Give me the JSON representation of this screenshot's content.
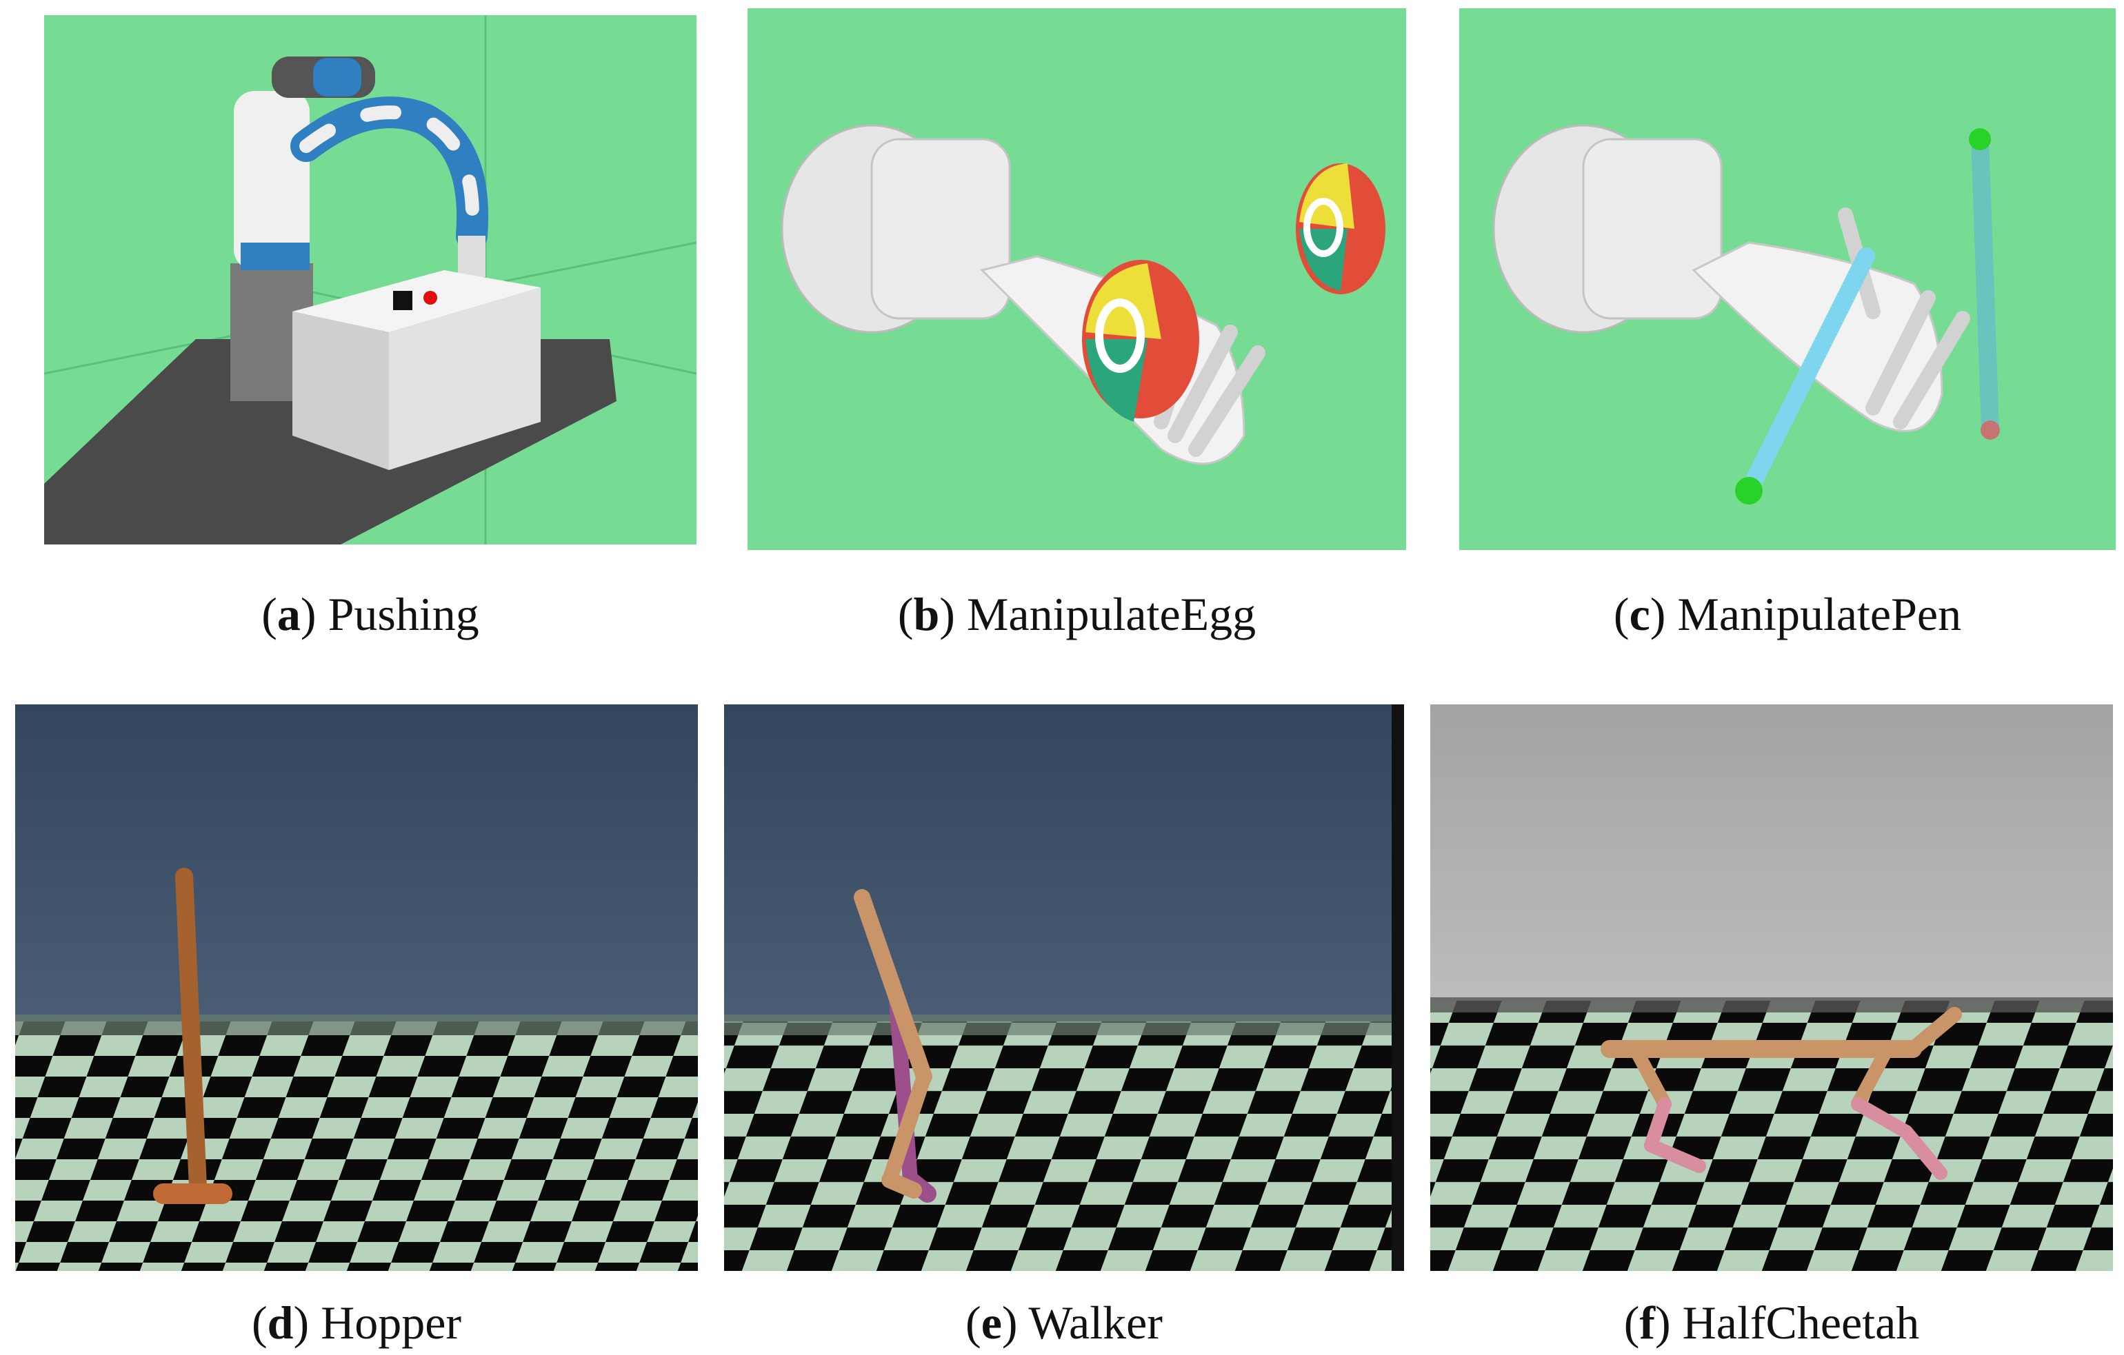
{
  "colors": {
    "sim_green": "#77dc93",
    "sky_dark": "#34465e",
    "sky_gray": "#a9a9a9",
    "checker_light": "#b7d3bb",
    "checker_dark": "#0a0a0a",
    "body_tan": "#c99468",
    "limb_purple": "#9c4f8a",
    "limb_pink": "#d98ea0",
    "robot_blue": "#2f7fc1",
    "pen_blue": "#7fd4ee"
  },
  "panels": [
    {
      "letter": "a",
      "title": "Pushing"
    },
    {
      "letter": "b",
      "title": "ManipulateEgg"
    },
    {
      "letter": "c",
      "title": "ManipulatePen"
    },
    {
      "letter": "d",
      "title": "Hopper"
    },
    {
      "letter": "e",
      "title": "Walker"
    },
    {
      "letter": "f",
      "title": "HalfCheetah"
    }
  ]
}
